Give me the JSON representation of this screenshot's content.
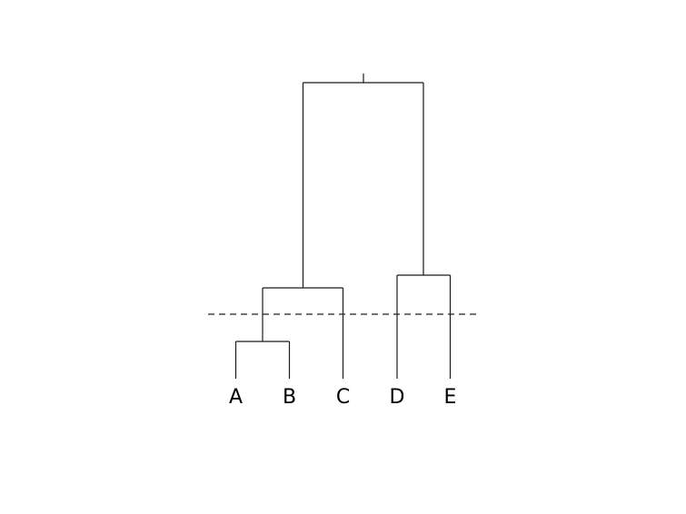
{
  "dendrogram": {
    "leaves": [
      "A",
      "B",
      "C",
      "D",
      "E"
    ],
    "line_color": "#1a1a1a",
    "cut_line_color": "#222222"
  }
}
